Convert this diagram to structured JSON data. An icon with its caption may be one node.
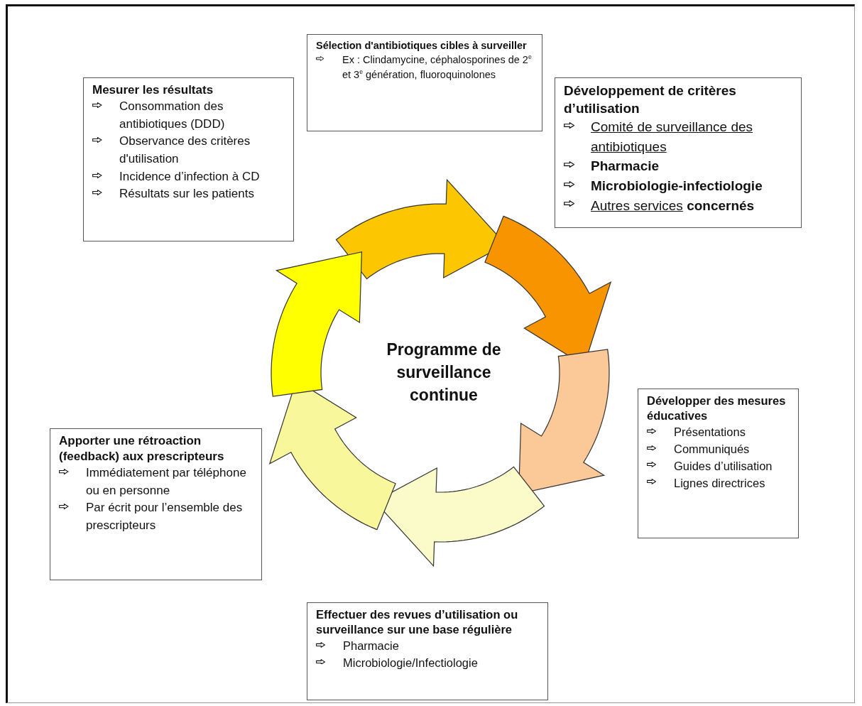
{
  "diagram": {
    "nodes": [
      {
        "text": [
          "Sélection d'antibiotiques cibles à surveiller",
          "Ex : Clindamycine, céphalosporines de 2$^{e}$ et 3$^{e}$ génération, fluoroquinolones"
        ]
      },
      {
        "text": [
          "Mesurer les résultats",
          "Consommation des antibiotiques (DDD)",
          "Observance des critères d'utilisation",
          "Incidence d’infection à CD",
          "Résultats sur les patients"
        ]
      },
      {
        "text": [
          "Développement de critères d’utilisation",
          "Comité de surveillance des antibiotiques",
          "Pharmacie",
          "Microbiologie-infectiologie",
          "Autres services **concernés**"
        ]
      },
      {
        "text": [
          "Développer des mesures éducatives",
          "Présentations",
          "Communiqués",
          "Guides d’utilisation",
          "Lignes directrices"
        ]
      },
      {
        "text": [
          "Apporter une rétroaction (feedback) aux prescripteurs",
          "Immédiatement par téléphone ou en personne",
          "Par écrit pour l’ensemble des prescripteurs"
        ]
      },
      {
        "text": [
          "Effectuer des revues d’utilisation ou surveillance sur une base régulière",
          "Pharmacie",
          "Microbiologie/Infectiologie"
        ]
      }
    ],
    "edges": [],
    "labels": [
      "Programme de surveillance continue"
    ]
  }
}
